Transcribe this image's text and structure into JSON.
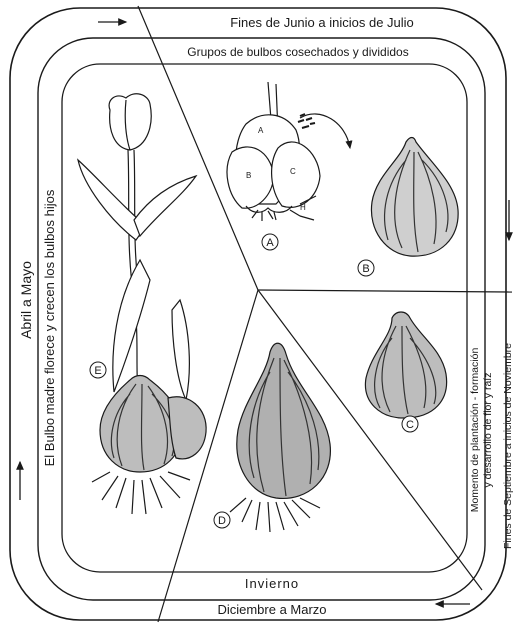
{
  "ring_labels": {
    "top_outer": "Fines de Junio a inicios de Julio",
    "top_inner": "Grupos de bulbos cosechados y divididos",
    "left_outer": "Abril a Mayo",
    "left_inner": "El Bulbo madre florece y crecen los bulbos hijos",
    "right_outer": "Fines de Septiembre a inicios de Noviembre",
    "right_inner_line1": "Momento de plantación - formación",
    "right_inner_line2": "y desarrollo de flor y raíz",
    "bottom_outer": "Diciembre a Marzo",
    "bottom_inner": "Invierno"
  },
  "stages": {
    "a": "A",
    "b": "B",
    "c": "C",
    "d": "D",
    "e": "E"
  },
  "bulb_parts": {
    "a": "A",
    "b": "B",
    "c": "C",
    "h": "H"
  },
  "colors": {
    "line": "#1a1a1a",
    "paper": "#ffffff"
  }
}
